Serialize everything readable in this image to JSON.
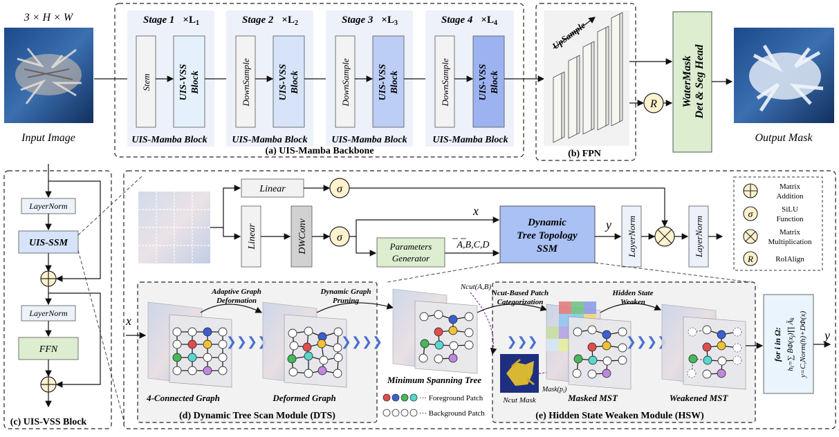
{
  "input": {
    "dims": "3 × H × W",
    "label": "Input Image"
  },
  "output": {
    "label": "Output Mask"
  },
  "backbone": {
    "caption": "(a) UIS-Mamba Backbone",
    "stages": [
      {
        "title": "Stage 1",
        "mult": "×L",
        "sub": "1",
        "first": "Stem",
        "second1": "UIS-VSS",
        "second2": "Block",
        "caption": "UIS-Mamba Block"
      },
      {
        "title": "Stage 2",
        "mult": "×L",
        "sub": "2",
        "first": "DownSample",
        "second1": "UIS-VSS",
        "second2": "Block",
        "caption": "UIS-Mamba Block"
      },
      {
        "title": "Stage 3",
        "mult": "×L",
        "sub": "3",
        "first": "DownSample",
        "second1": "UIS-VSS",
        "second2": "Block",
        "caption": "UIS-Mamba Block"
      },
      {
        "title": "Stage 4",
        "mult": "×L",
        "sub": "4",
        "first": "DownSample",
        "second1": "UIS-VSS",
        "second2": "Block",
        "caption": "UIS-Mamba Block"
      }
    ]
  },
  "fpn": {
    "caption": "(b) FPN",
    "upsample": "UpSample"
  },
  "head": {
    "line1": "WaterMask",
    "line2": "Det & Seg Head",
    "r": "R"
  },
  "vss": {
    "caption": "(c) UIS-VSS Block",
    "layernorm1": "LayerNorm",
    "ssm": "UIS-SSM",
    "layernorm2": "LayerNorm",
    "ffn": "FFN"
  },
  "ssm": {
    "linear_top": "Linear",
    "linear_mid": "Linear",
    "dwconv": "DWConv",
    "sigma": "σ",
    "x": "x",
    "y": "y",
    "params1": "Parameters",
    "params2": "Generator",
    "abcd": "A,B,C,D",
    "core1": "Dynamic",
    "core2": "Tree Topology",
    "core3": "SSM",
    "layernorm_a": "LayerNorm",
    "layernorm_b": "LayerNorm"
  },
  "legend": {
    "items": [
      {
        "sym": "+",
        "l1": "Matrix",
        "l2": "Addition"
      },
      {
        "sym": "σ",
        "l1": "SiLU",
        "l2": "Function"
      },
      {
        "sym": "×",
        "l1": "Matrix",
        "l2": "Multiplication"
      },
      {
        "sym": "R",
        "l1": "RoIAlign",
        "l2": ""
      }
    ]
  },
  "dts": {
    "caption": "(d) Dynamic Tree Scan Module (DTS)",
    "step1_l1": "Adaptive Graph",
    "step1_l2": "Deformation",
    "step2_l1": "Dynamic Graph",
    "step2_l2": "Pruning",
    "graph1": "4-Connected Graph",
    "graph2": "Deformed Graph",
    "mst": "Minimum Spanning Tree",
    "x": "x"
  },
  "hsw": {
    "caption": "(e) Hidden State Weaken Module (HSW)",
    "ncut": "Ncut(A,B)",
    "cat_l1": "Ncut-Based Patch",
    "cat_l2": "Categorization",
    "weaken_l1": "Hidden State",
    "weaken_l2": "Weaken",
    "ncut_mask": "Ncut Mask",
    "mask_p": "Mask(p",
    "masked": "Masked MST",
    "weakened": "Weakened MST",
    "fg": "··· Foreground Patch",
    "bg": "··· Background Patch",
    "formula_for": "for i in Ω:",
    "formula_main": "h",
    "formula_last": "y=C,Norm(h)+DΦ(x)",
    "y": "y"
  },
  "colors": {
    "stage_bg": "#edf1fa",
    "vss_light": "#e4f1fc",
    "vss_2": "#d6e3f9",
    "vss_3": "#bccdf6",
    "vss_4": "#9db3f1",
    "head_green": "#dcedd0",
    "ssm_blue": "#a9c1f4",
    "dwconv_gray": "#d1d1d1",
    "sigma_yellow": "#fff2cf",
    "formula_bg": "#e9f4fd"
  }
}
